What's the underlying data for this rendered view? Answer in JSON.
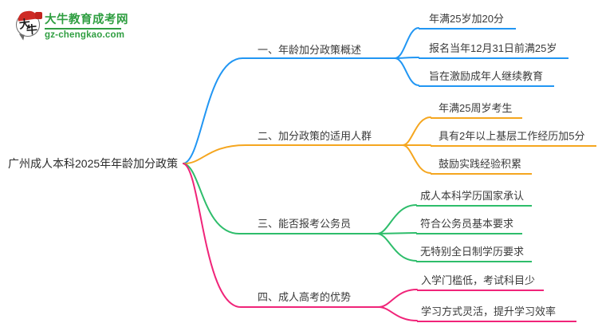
{
  "site": {
    "title": "大牛教育成考网",
    "domain": "gz-chengkao.com",
    "icon_char_1": "大",
    "icon_char_2": "牛",
    "brand_color": "#2F9E41"
  },
  "mindmap": {
    "root": {
      "label": "广州成人本科2025年年龄加分政策"
    },
    "branches": [
      {
        "label": "一、年龄加分政策概述",
        "color": "#2196F3",
        "children": [
          "年满25岁加20分",
          "报名当年12月31日前满25岁",
          "旨在激励成年人继续教育"
        ]
      },
      {
        "label": "二、加分政策的适用人群",
        "color": "#F5A61F",
        "children": [
          "年满25周岁考生",
          "具有2年以上基层工作经历加5分",
          "鼓励实践经验积累"
        ]
      },
      {
        "label": "三、能否报考公务员",
        "color": "#2EBD6B",
        "children": [
          "成人本科学历国家承认",
          "符合公务员基本要求",
          "无特别全日制学历要求"
        ]
      },
      {
        "label": "四、成人高考的优势",
        "color": "#F02479",
        "children": [
          "入学门槛低，考试科目少",
          "学习方式灵活，提升学习效率"
        ]
      }
    ]
  }
}
